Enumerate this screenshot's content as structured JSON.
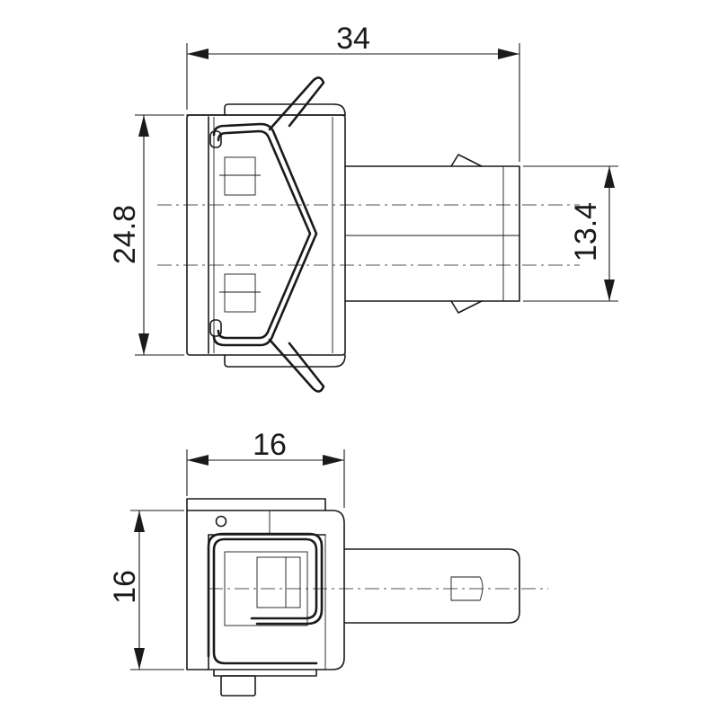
{
  "drawing": {
    "top_view": {
      "dim_overall_length": "34",
      "dim_body_height": "24.8",
      "dim_tube_height": "13.4"
    },
    "bottom_view": {
      "dim_body_width": "16",
      "dim_body_height": "16"
    }
  }
}
